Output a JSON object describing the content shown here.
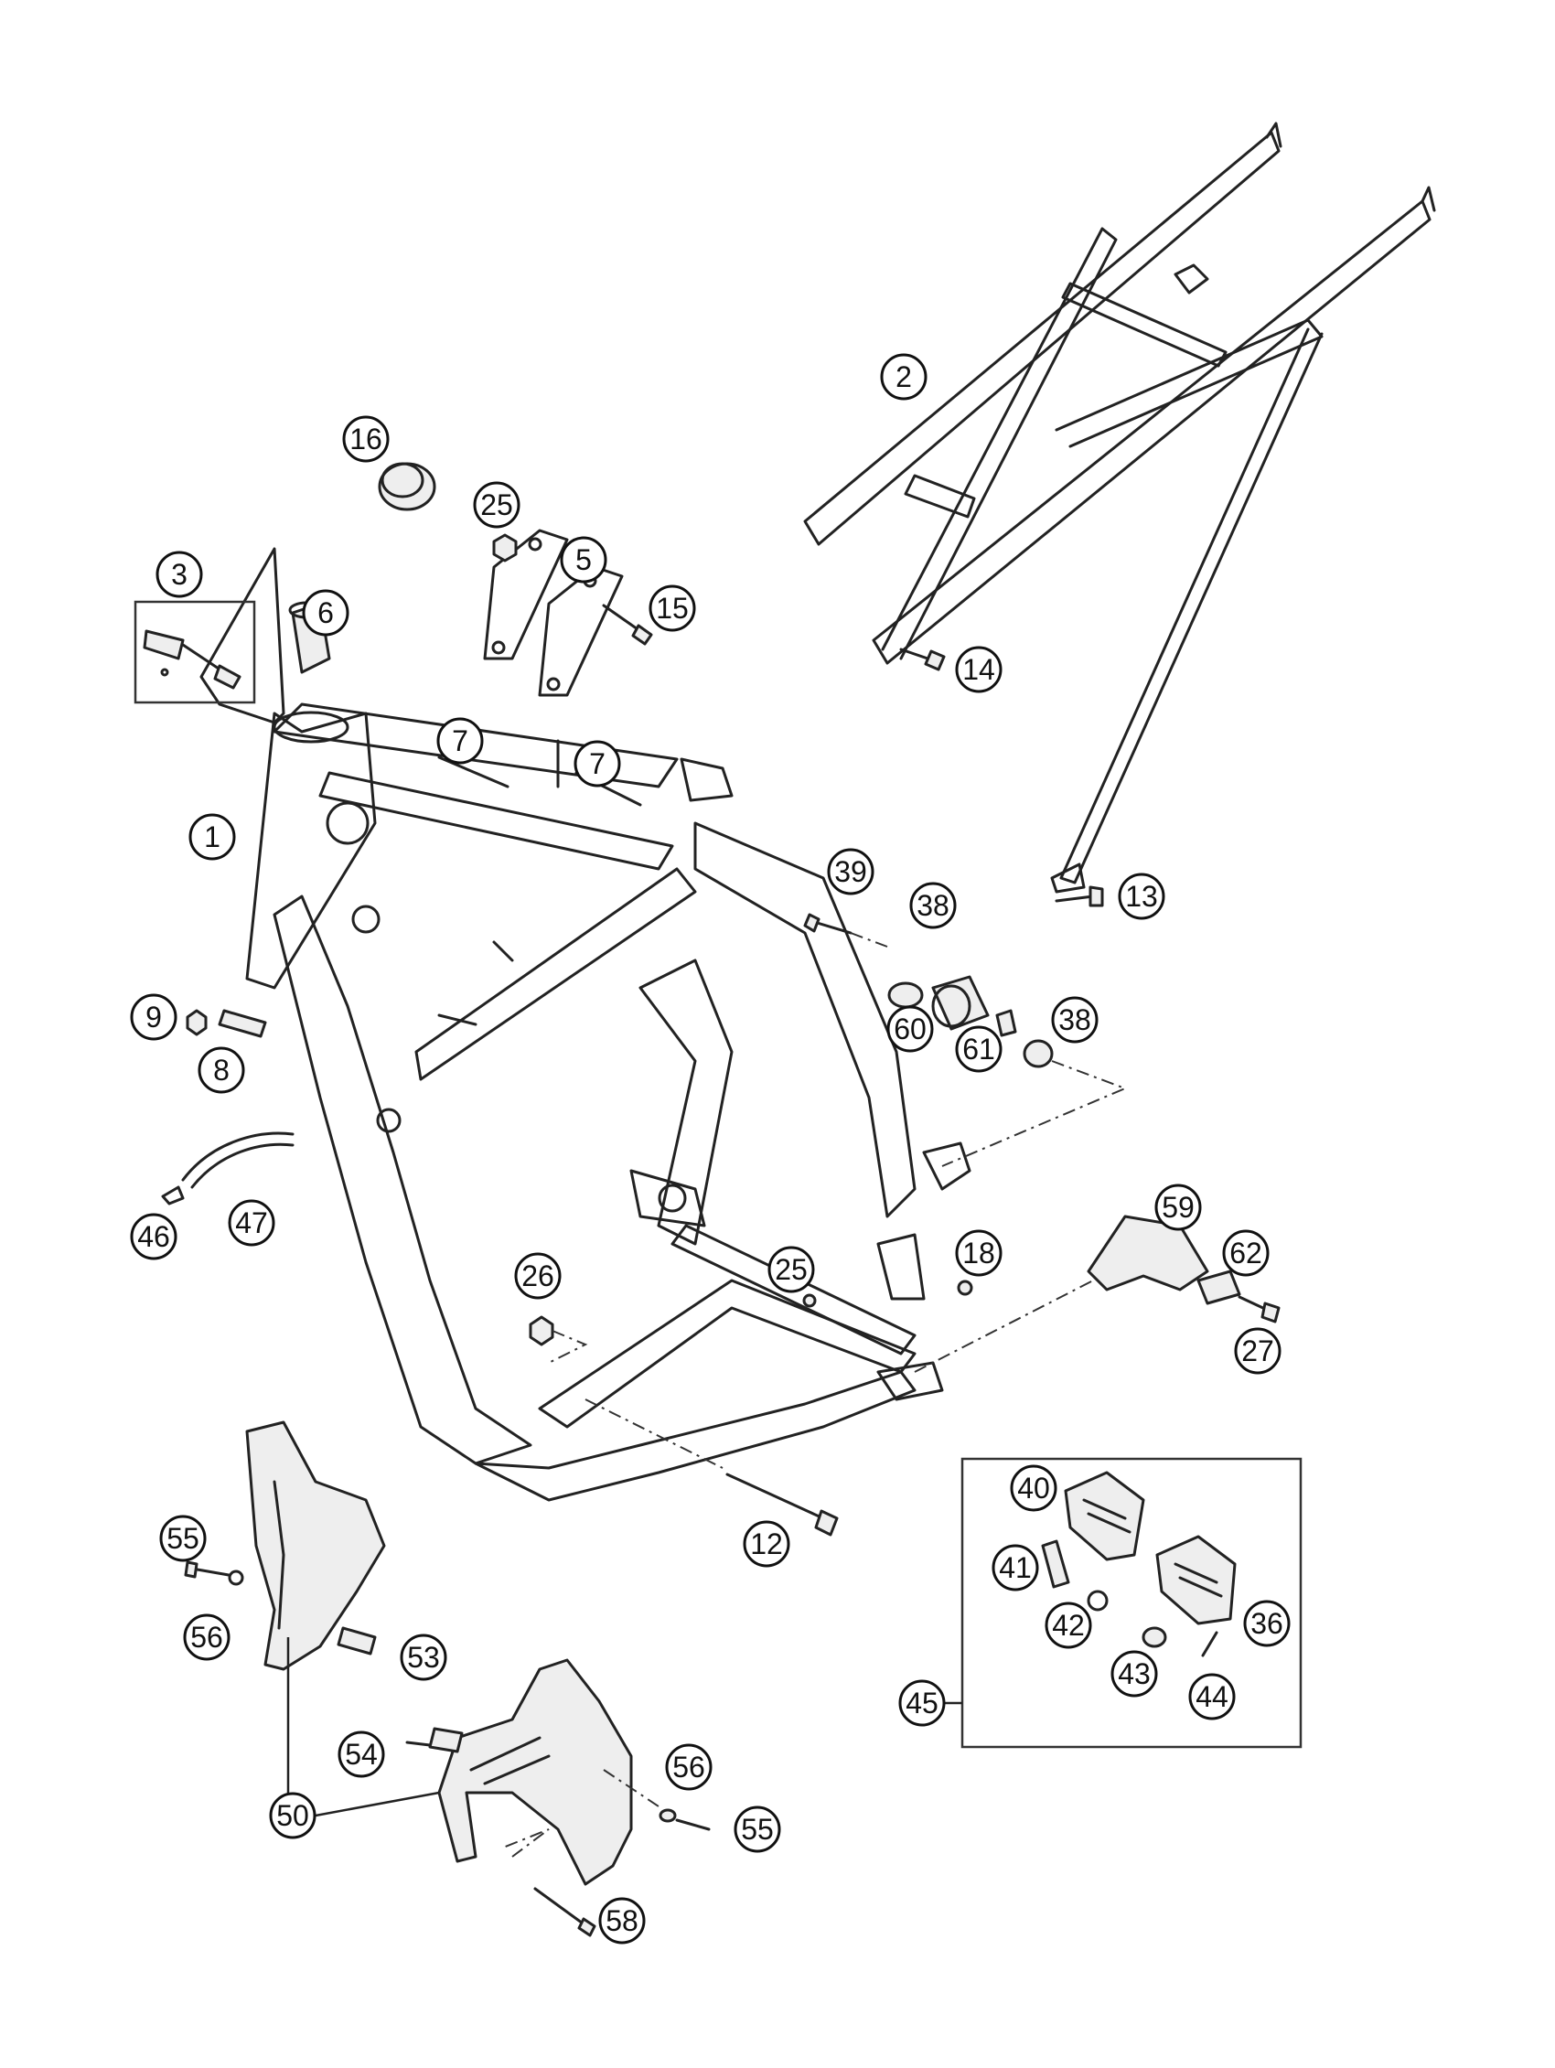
{
  "diagram": {
    "labels": [
      "1",
      "2",
      "3",
      "5",
      "6",
      "7",
      "7",
      "8",
      "9",
      "12",
      "13",
      "14",
      "15",
      "16",
      "18",
      "25",
      "25",
      "26",
      "27",
      "36",
      "38",
      "38",
      "39",
      "40",
      "41",
      "42",
      "43",
      "44",
      "45",
      "46",
      "47",
      "50",
      "53",
      "54",
      "55",
      "55",
      "56",
      "56",
      "58",
      "59",
      "60",
      "61",
      "62"
    ]
  }
}
